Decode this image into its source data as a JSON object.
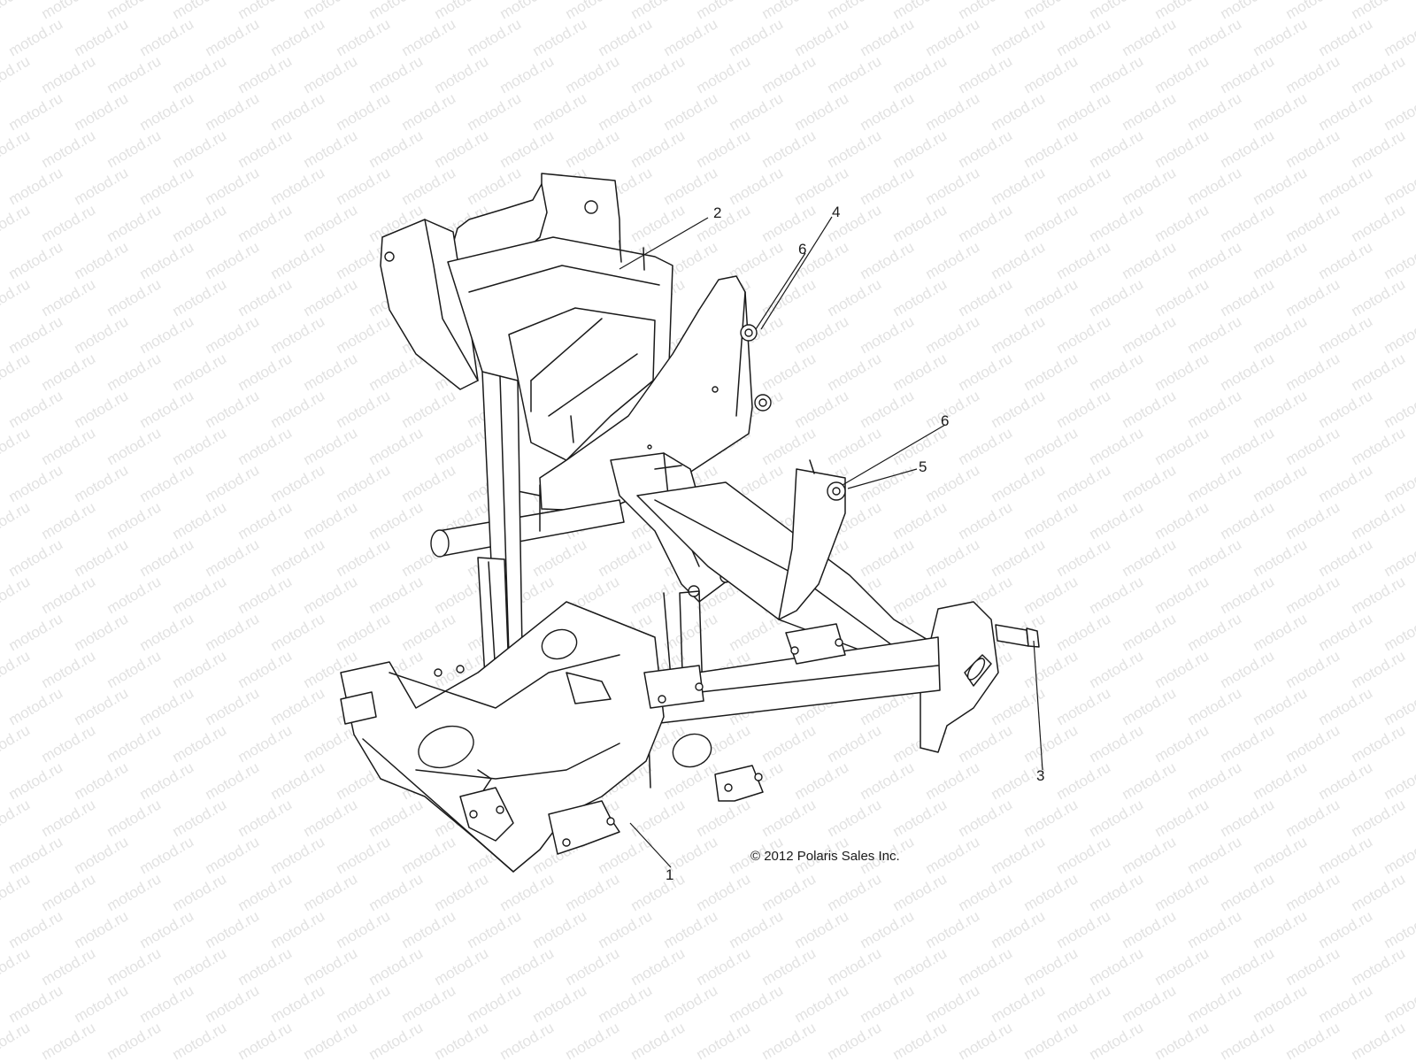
{
  "watermark": "motod.ru",
  "copyright": "© 2012 Polaris Sales Inc.",
  "callouts": [
    {
      "id": "c1",
      "label": "1"
    },
    {
      "id": "c2",
      "label": "2"
    },
    {
      "id": "c3",
      "label": "3"
    },
    {
      "id": "c4",
      "label": "4"
    },
    {
      "id": "c5",
      "label": "5"
    },
    {
      "id": "c6a",
      "label": "6"
    },
    {
      "id": "c6b",
      "label": "6"
    }
  ]
}
